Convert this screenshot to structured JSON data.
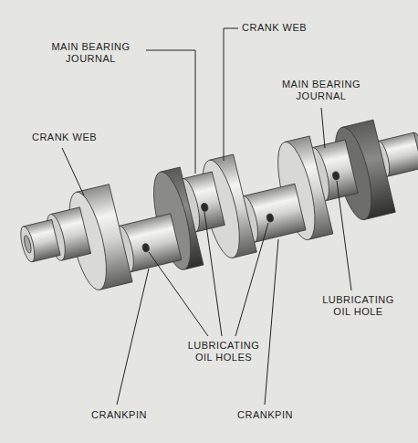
{
  "diagram": {
    "labels": [
      "CRANK WEB",
      "MAIN BEARING JOURNAL",
      "MAIN BEARING JOURNAL",
      "CRANK WEB",
      "LUBRICATING OIL HOLE",
      "LUBRICATING OIL HOLES",
      "CRANKPIN",
      "CRANKPIN"
    ]
  }
}
